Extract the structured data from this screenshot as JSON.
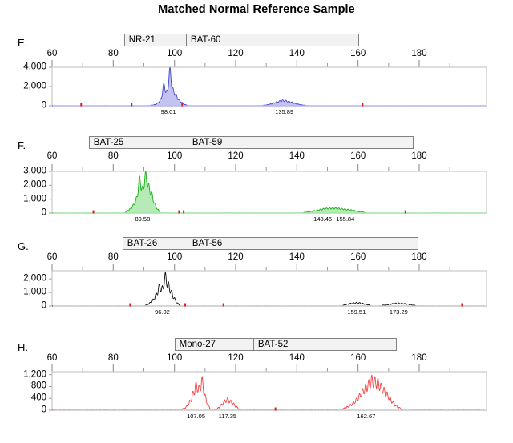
{
  "title": "Matched Normal Reference Sample",
  "axis": {
    "ticks_major": [
      60,
      80,
      100,
      120,
      140,
      160,
      180
    ],
    "ticks_minor": [
      70,
      90,
      110,
      130,
      150,
      170,
      190
    ],
    "xmin": 58.5,
    "xmax": 200.5
  },
  "chart_data": {
    "type": "line",
    "title": "Matched Normal Reference Sample",
    "xlabel": "",
    "ylabel": "",
    "grid": false,
    "legend": "none",
    "panels": [
      {
        "letter": "E.",
        "color": "#4444cc",
        "fill": "#b9b9ee",
        "ylim": [
          0,
          4000
        ],
        "yticks": [
          0,
          2000,
          4000
        ],
        "yticklabels": [
          "0",
          "2,000",
          "4,000"
        ],
        "markers": [
          {
            "label": "NR-21",
            "start": 83.5,
            "end": 104.0
          },
          {
            "label": "BAT-60",
            "start": 104.0,
            "end": 160.5
          }
        ],
        "peak_labels": [
          {
            "text": "98.01",
            "x": 98.01
          },
          {
            "text": "135.89",
            "x": 135.89
          }
        ],
        "red_ticks": [
          69.5,
          86.0,
          102.5,
          161.5
        ],
        "peak_groups": [
          {
            "center": 98.01,
            "n": 12,
            "spacing": 1.0,
            "amps": [
              60,
              120,
              300,
              700,
              2300,
              1500,
              3950,
              1750,
              1200,
              640,
              330,
              120
            ],
            "width": 0.36
          },
          {
            "center": 135.89,
            "n": 14,
            "spacing": 1.0,
            "amps": [
              60,
              110,
              190,
              300,
              420,
              520,
              600,
              560,
              470,
              380,
              270,
              180,
              110,
              70
            ],
            "width": 0.36
          }
        ],
        "baseline_noise": 26
      },
      {
        "letter": "F.",
        "color": "#16b016",
        "fill": "#a9e6a9",
        "ylim": [
          0,
          3000
        ],
        "yticks": [
          0,
          1000,
          2000,
          3000
        ],
        "yticklabels": [
          "0",
          "1,000",
          "2,000",
          "3,000"
        ],
        "markers": [
          {
            "label": "BAT-25",
            "start": 72.0,
            "end": 104.5
          },
          {
            "label": "BAT-59",
            "start": 104.5,
            "end": 178.5
          }
        ],
        "peak_labels": [
          {
            "text": "89.58",
            "x": 89.58
          },
          {
            "text": "148.46",
            "x": 148.46
          },
          {
            "text": "155.84",
            "x": 155.84
          }
        ],
        "red_ticks": [
          73.5,
          101.5,
          103.0,
          175.5
        ],
        "peak_groups": [
          {
            "center": 89.58,
            "n": 11,
            "spacing": 1.0,
            "amps": [
              180,
              330,
              620,
              1100,
              2600,
              1850,
              2950,
              2050,
              1450,
              700,
              260
            ],
            "width": 0.36
          },
          {
            "center": 152.2,
            "n": 20,
            "spacing": 1.0,
            "amps": [
              60,
              90,
              130,
              170,
              220,
              270,
              320,
              360,
              380,
              390,
              380,
              360,
              330,
              300,
              270,
              230,
              190,
              150,
              110,
              70
            ],
            "width": 0.36
          }
        ],
        "baseline_noise": 22
      },
      {
        "letter": "G.",
        "color": "#111111",
        "fill": "#ffffff",
        "ylim": [
          0,
          2600
        ],
        "yticks": [
          0,
          1000,
          2000
        ],
        "yticklabels": [
          "0",
          "1,000",
          "2,000"
        ],
        "markers": [
          {
            "label": "BAT-26",
            "start": 83.0,
            "end": 104.5
          },
          {
            "label": "BAT-56",
            "start": 112.5,
            "end": 188.0
          }
        ],
        "peak_labels": [
          {
            "text": "96.02",
            "x": 96.02
          },
          {
            "text": "159.51",
            "x": 159.51
          },
          {
            "text": "173.29",
            "x": 173.29
          }
        ],
        "red_ticks": [
          85.5,
          103.5,
          116.0,
          194.0
        ],
        "peak_groups": [
          {
            "center": 96.02,
            "n": 11,
            "spacing": 1.0,
            "amps": [
              120,
              260,
              500,
              950,
              1600,
              1450,
              2450,
              1750,
              1150,
              600,
              220
            ],
            "width": 0.34
          },
          {
            "center": 159.51,
            "n": 9,
            "spacing": 1.0,
            "amps": [
              90,
              150,
              210,
              250,
              270,
              250,
              210,
              150,
              90
            ],
            "width": 0.34
          },
          {
            "center": 173.29,
            "n": 11,
            "spacing": 1.0,
            "amps": [
              70,
              110,
              150,
              190,
              215,
              225,
              215,
              190,
              150,
              110,
              70
            ],
            "width": 0.34
          }
        ],
        "baseline_noise": 20
      },
      {
        "letter": "H.",
        "color": "#ef4444",
        "fill": "#ffffff",
        "ylim": [
          0,
          1300
        ],
        "yticks": [
          0,
          400,
          800,
          1200
        ],
        "yticklabels": [
          "0",
          "400",
          "800",
          "1,200"
        ],
        "markers": [
          {
            "label": "Mono-27",
            "start": 100.0,
            "end": 126.0
          },
          {
            "label": "BAT-52",
            "start": 126.0,
            "end": 173.0
          }
        ],
        "peak_labels": [
          {
            "text": "107.05",
            "x": 107.05
          },
          {
            "text": "117.35",
            "x": 117.35
          },
          {
            "text": "162.67",
            "x": 162.67
          }
        ],
        "red_ticks": [
          133.0
        ],
        "peak_groups": [
          {
            "center": 107.05,
            "n": 9,
            "spacing": 1.0,
            "amps": [
              70,
              150,
              330,
              620,
              950,
              820,
              1120,
              520,
              170
            ],
            "width": 0.34
          },
          {
            "center": 117.35,
            "n": 7,
            "spacing": 1.0,
            "amps": [
              90,
              200,
              340,
              420,
              330,
              240,
              120
            ],
            "width": 0.34
          },
          {
            "center": 164.5,
            "n": 19,
            "spacing": 1.0,
            "amps": [
              70,
              120,
              190,
              280,
              400,
              560,
              720,
              880,
              1010,
              1160,
              1100,
              1060,
              900,
              760,
              600,
              430,
              290,
              170,
              90
            ],
            "width": 0.34
          }
        ],
        "baseline_noise": 30
      }
    ]
  }
}
